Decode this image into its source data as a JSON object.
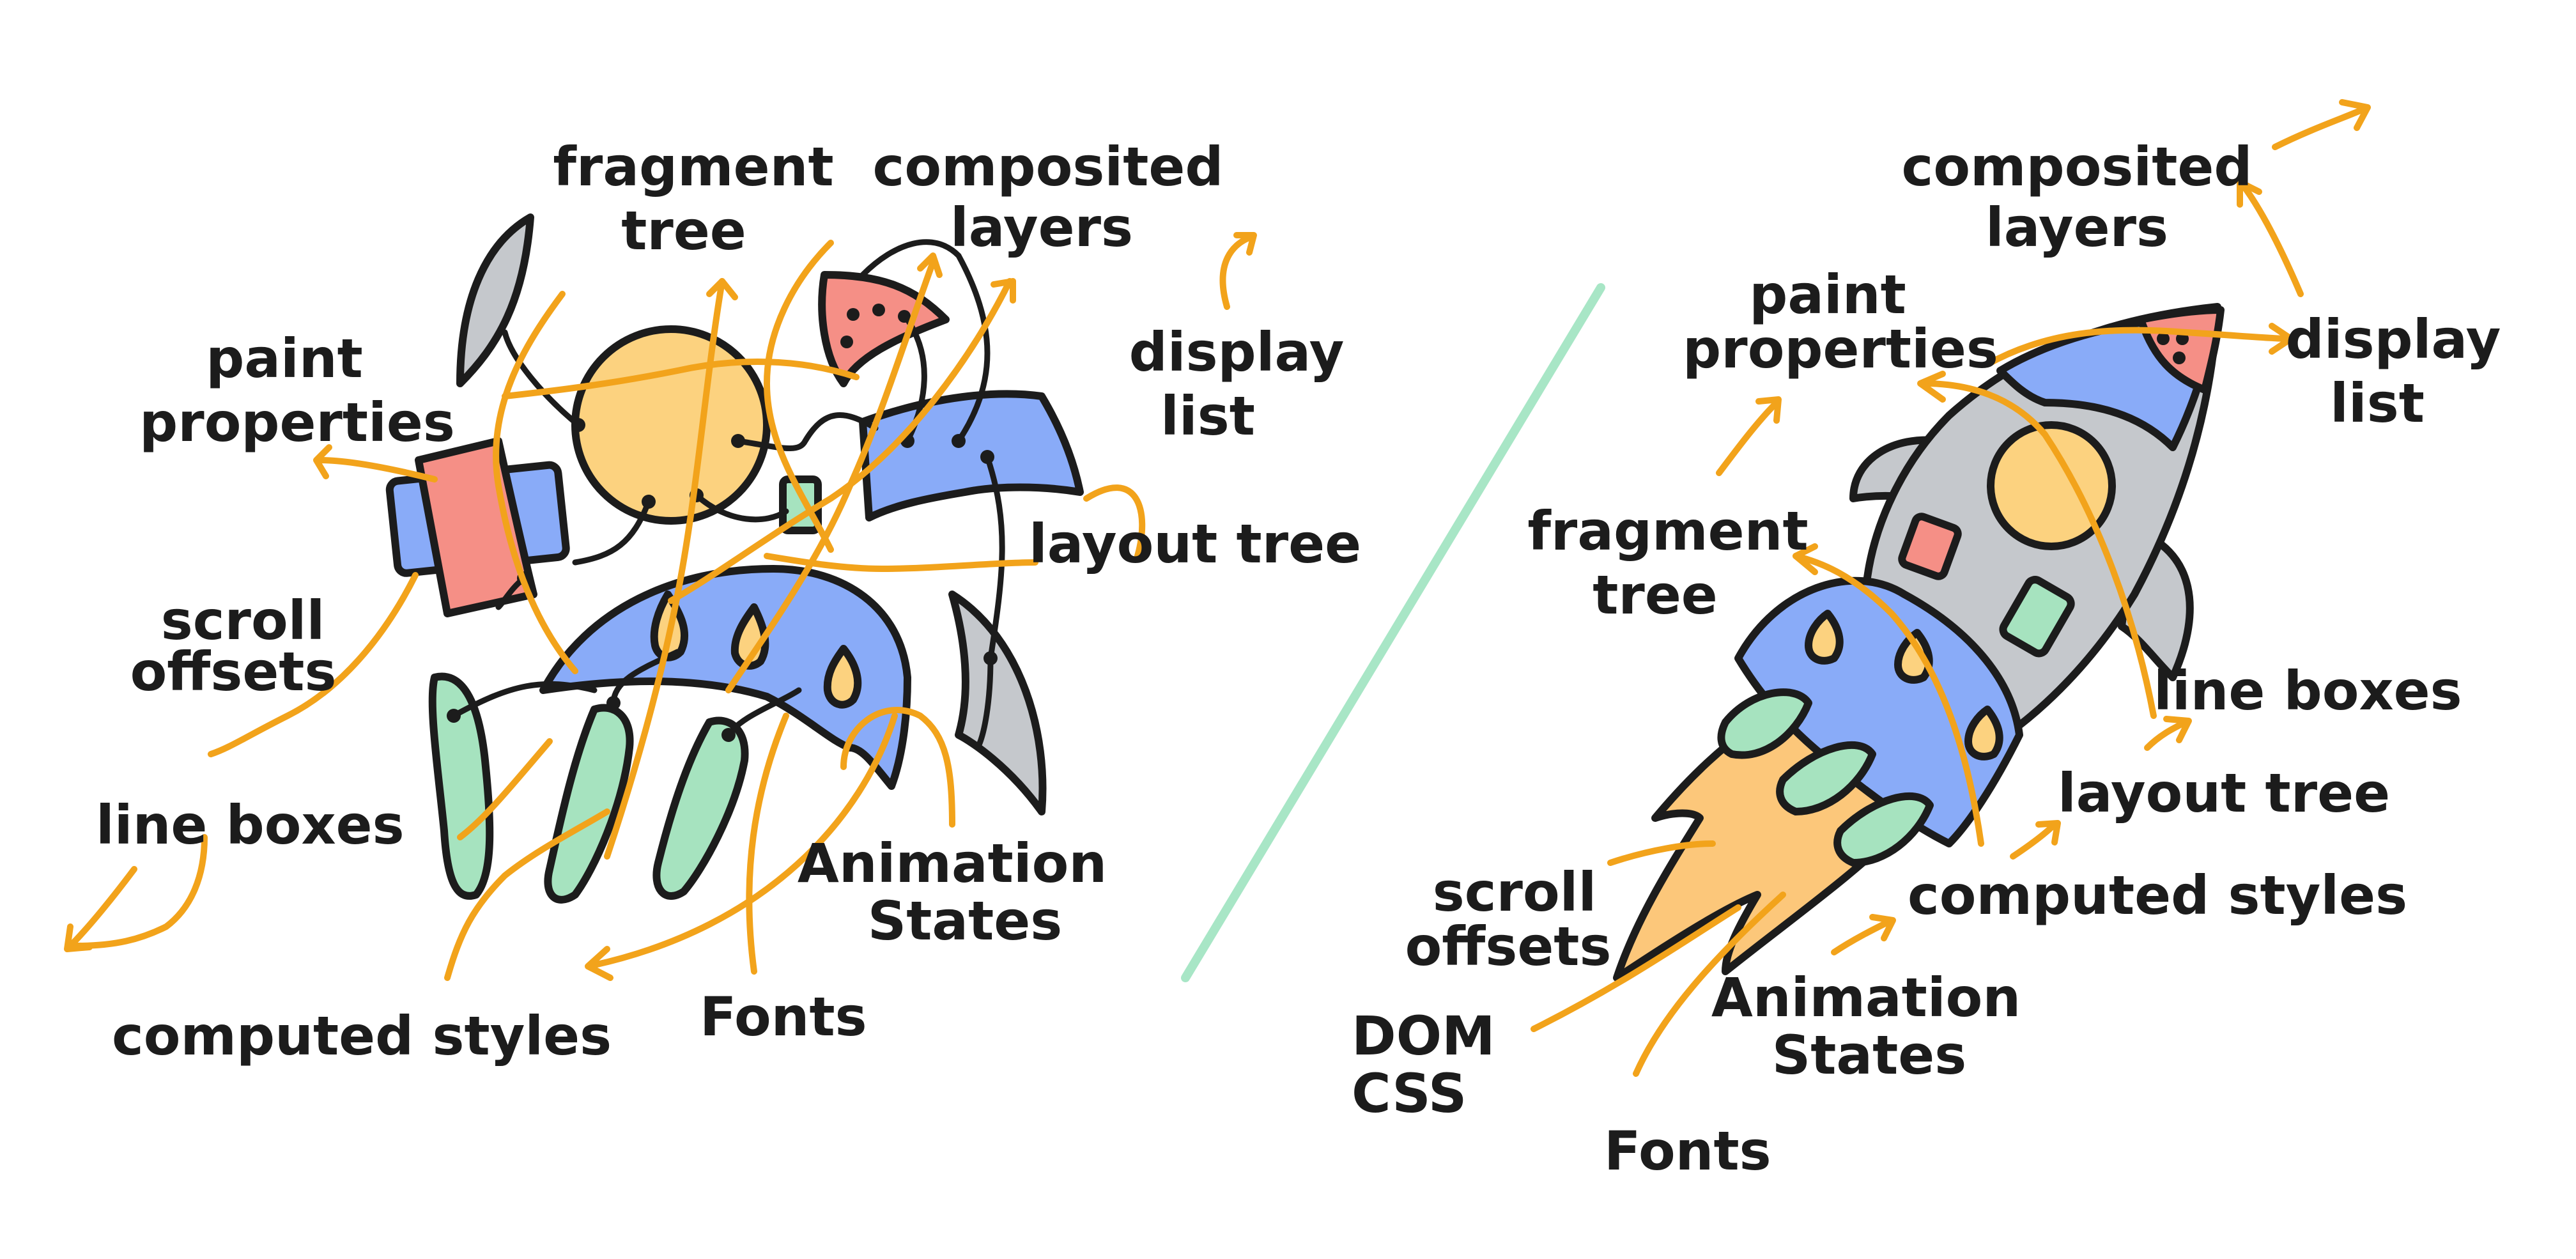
{
  "colors": {
    "ink": "#1c1c1c",
    "orange": "#f2a31b",
    "blue": "#89abf8",
    "yellow": "#fcd27f",
    "red": "#f58f86",
    "green": "#a6e3bf",
    "gray": "#c5c8cc",
    "divider": "#a8e6c6"
  },
  "left_labels": {
    "fragment_tree": [
      "fragment",
      "tree"
    ],
    "composited_layers": [
      "composited",
      "layers"
    ],
    "paint_properties": [
      "paint",
      "properties"
    ],
    "display_list": [
      "display",
      "list"
    ],
    "layout_tree": "layout tree",
    "scroll_offsets": [
      "scroll",
      "offsets"
    ],
    "line_boxes": "line boxes",
    "animation_states": [
      "Animation",
      "States"
    ],
    "computed_styles": "computed styles",
    "fonts": "Fonts"
  },
  "right_labels": {
    "composited_layers": [
      "composited",
      "layers"
    ],
    "paint_properties": [
      "paint",
      "properties"
    ],
    "display_list": [
      "display",
      "list"
    ],
    "fragment_tree": [
      "fragment",
      "tree"
    ],
    "line_boxes": "line boxes",
    "layout_tree": "layout tree",
    "computed_styles": "computed styles",
    "scroll_offsets": [
      "scroll",
      "offsets"
    ],
    "animation_states": [
      "Animation",
      "States"
    ],
    "dom_css": [
      "DOM",
      "CSS"
    ],
    "fonts": "Fonts"
  }
}
